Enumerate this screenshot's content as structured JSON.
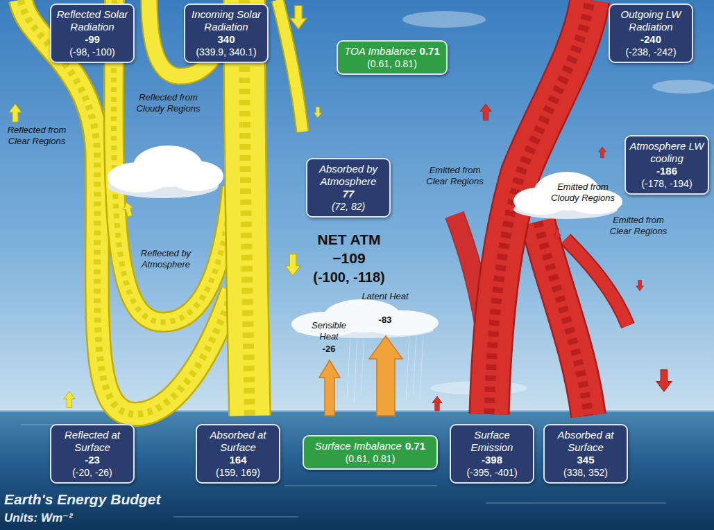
{
  "diagram": {
    "title": "Earth's Energy Budget",
    "nodes": [
      {
        "text": [
          "Reflected Solar Radiation",
          "-99",
          "(-98, -100)"
        ]
      },
      {
        "text": [
          "Incoming Solar Radiation",
          "340",
          "(339.9, 340.1)"
        ]
      },
      {
        "text": [
          "TOA Imbalance",
          "0.71",
          "(0.61, 0.81)"
        ]
      },
      {
        "text": [
          "Outgoing LW Radiation",
          "-240",
          "(-238, -242)"
        ]
      },
      {
        "text": [
          "Atmosphere LW cooling",
          "-186",
          "(-178, -194)"
        ]
      },
      {
        "text": [
          "Absorbed by Atmosphere",
          "77",
          "(72, 82)"
        ]
      },
      {
        "text": [
          "Reflected at Surface",
          "-23",
          "(-20, -26)"
        ]
      },
      {
        "text": [
          "Absorbed at Surface",
          "164",
          "(159, 169)"
        ]
      },
      {
        "text": [
          "Surface Imbalance",
          "0.71",
          "(0.61, 0.81)"
        ]
      },
      {
        "text": [
          "Surface Emission",
          "-398",
          "(-395, -401)"
        ]
      },
      {
        "text": [
          "Absorbed at Surface",
          "345",
          "(338, 352)"
        ]
      }
    ],
    "labels": [
      "Reflected from Cloudy Regions",
      "Reflected from Clear Regions",
      "Reflected by Atmosphere",
      "NET ATM",
      "−109",
      "(-100, -118)",
      "Sensible Heat",
      "-26",
      "Latent Heat",
      "-83",
      "Emitted from Clear Regions",
      "Emitted from Cloudy Regions",
      "Emitted from Clear Regions",
      "Units: Wm⁻²"
    ]
  }
}
